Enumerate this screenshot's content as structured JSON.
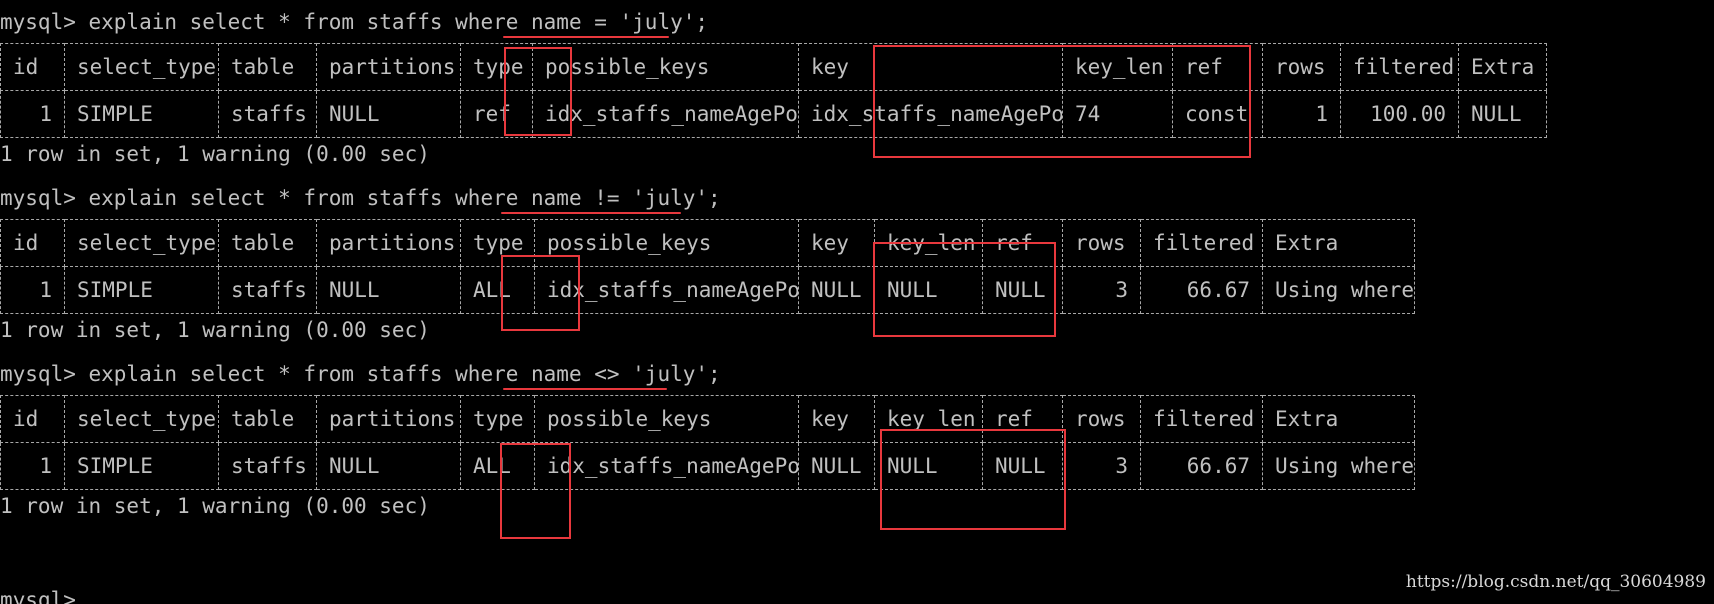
{
  "terminal": {
    "prompt": "mysql>",
    "blocks": [
      {
        "command": " explain select * from staffs where name = 'july';",
        "headers": [
          "id",
          "select_type",
          "table",
          "partitions",
          "type",
          "possible_keys",
          "key",
          "key_len",
          "ref",
          "rows",
          "filtered",
          "Extra"
        ],
        "row": [
          "1",
          "SIMPLE",
          "staffs",
          "NULL",
          "ref",
          "idx_staffs_nameAgePos",
          "idx_staffs_nameAgePos",
          "74",
          "const",
          "1",
          "100.00",
          "NULL"
        ],
        "result": "1 row in set, 1 warning (0.00 sec)"
      },
      {
        "command": " explain select * from staffs where name != 'july';",
        "headers": [
          "id",
          "select_type",
          "table",
          "partitions",
          "type",
          "possible_keys",
          "key",
          "key_len",
          "ref",
          "rows",
          "filtered",
          "Extra"
        ],
        "row": [
          "1",
          "SIMPLE",
          "staffs",
          "NULL",
          "ALL",
          "idx_staffs_nameAgePos",
          "NULL",
          "NULL",
          "NULL",
          "3",
          "66.67",
          "Using where"
        ],
        "result": "1 row in set, 1 warning (0.00 sec)"
      },
      {
        "command": " explain select * from staffs where name <> 'july';",
        "headers": [
          "id",
          "select_type",
          "table",
          "partitions",
          "type",
          "possible_keys",
          "key",
          "key_len",
          "ref",
          "rows",
          "filtered",
          "Extra"
        ],
        "row": [
          "1",
          "SIMPLE",
          "staffs",
          "NULL",
          "ALL",
          "idx_staffs_nameAgePos",
          "NULL",
          "NULL",
          "NULL",
          "3",
          "66.67",
          "Using where"
        ],
        "result": "1 row in set, 1 warning (0.00 sec)"
      }
    ],
    "final_prompt": "mysql>"
  },
  "watermark": "https://blog.csdn.net/qq_30604989",
  "colors": {
    "background": "#000000",
    "text": "#c0c0c0",
    "annotation": "#e8383d"
  }
}
